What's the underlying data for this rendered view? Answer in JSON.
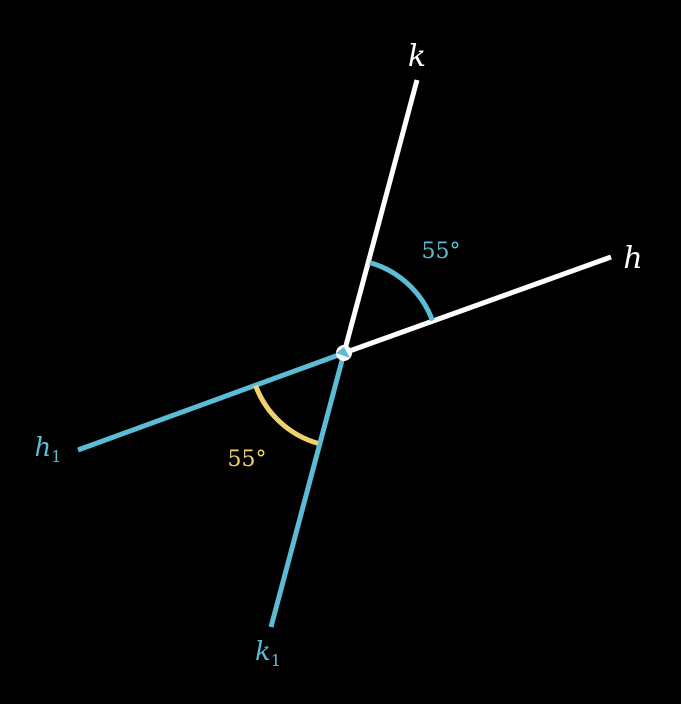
{
  "diagram": {
    "rays": [
      {
        "id": "k",
        "label": "k",
        "sub": "",
        "color": "#ffffff"
      },
      {
        "id": "h",
        "label": "h",
        "sub": "",
        "color": "#ffffff"
      },
      {
        "id": "h1",
        "label": "h",
        "sub": "1",
        "color": "#5bbcd6"
      },
      {
        "id": "k1",
        "label": "k",
        "sub": "1",
        "color": "#5bbcd6"
      }
    ],
    "angles": [
      {
        "between": [
          "k",
          "h"
        ],
        "value_text": "55°",
        "color": "#5bbcd6"
      },
      {
        "between": [
          "h1",
          "k1"
        ],
        "value_text": "55°",
        "color": "#f2d06b"
      }
    ],
    "vertex": {
      "fill": "#ffffff"
    }
  }
}
